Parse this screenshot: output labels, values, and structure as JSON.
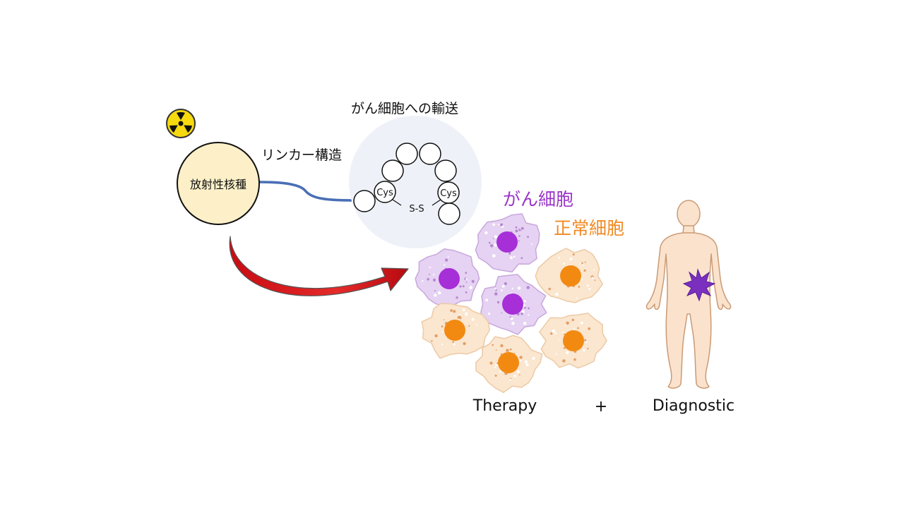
{
  "labels": {
    "delivery": "がん細胞への輸送",
    "linker": "リンカー構造",
    "nuclide": "放射性核種",
    "cys_left": "Cys",
    "cys_right": "Cys",
    "disulfide": "S-S",
    "cancer_cell": "がん細胞",
    "normal_cell": "正常細胞",
    "therapy": "Therapy",
    "plus": "+",
    "diagnostic": "Diagnostic"
  },
  "icons": {
    "radiation": "radiation-icon",
    "arrow": "curved-arrow-icon",
    "human": "human-body-icon",
    "tumor": "tumor-starburst-icon"
  },
  "colors": {
    "nuclide_fill": "#fdf0c8",
    "peptide_bg": "#eef2f8",
    "linker": "#4a6fb5",
    "cancer_label": "#9b35c9",
    "cancer_nucleus": "#a62fd8",
    "cancer_body": "#e6d2f2",
    "normal_label": "#f08a24",
    "normal_nucleus": "#f28a12",
    "normal_body": "#fbe6cf",
    "arrow": "#e0161d",
    "tumor": "#7a2fbf",
    "radiation_yellow": "#f6d90e",
    "skin": "#fbe2cc"
  }
}
